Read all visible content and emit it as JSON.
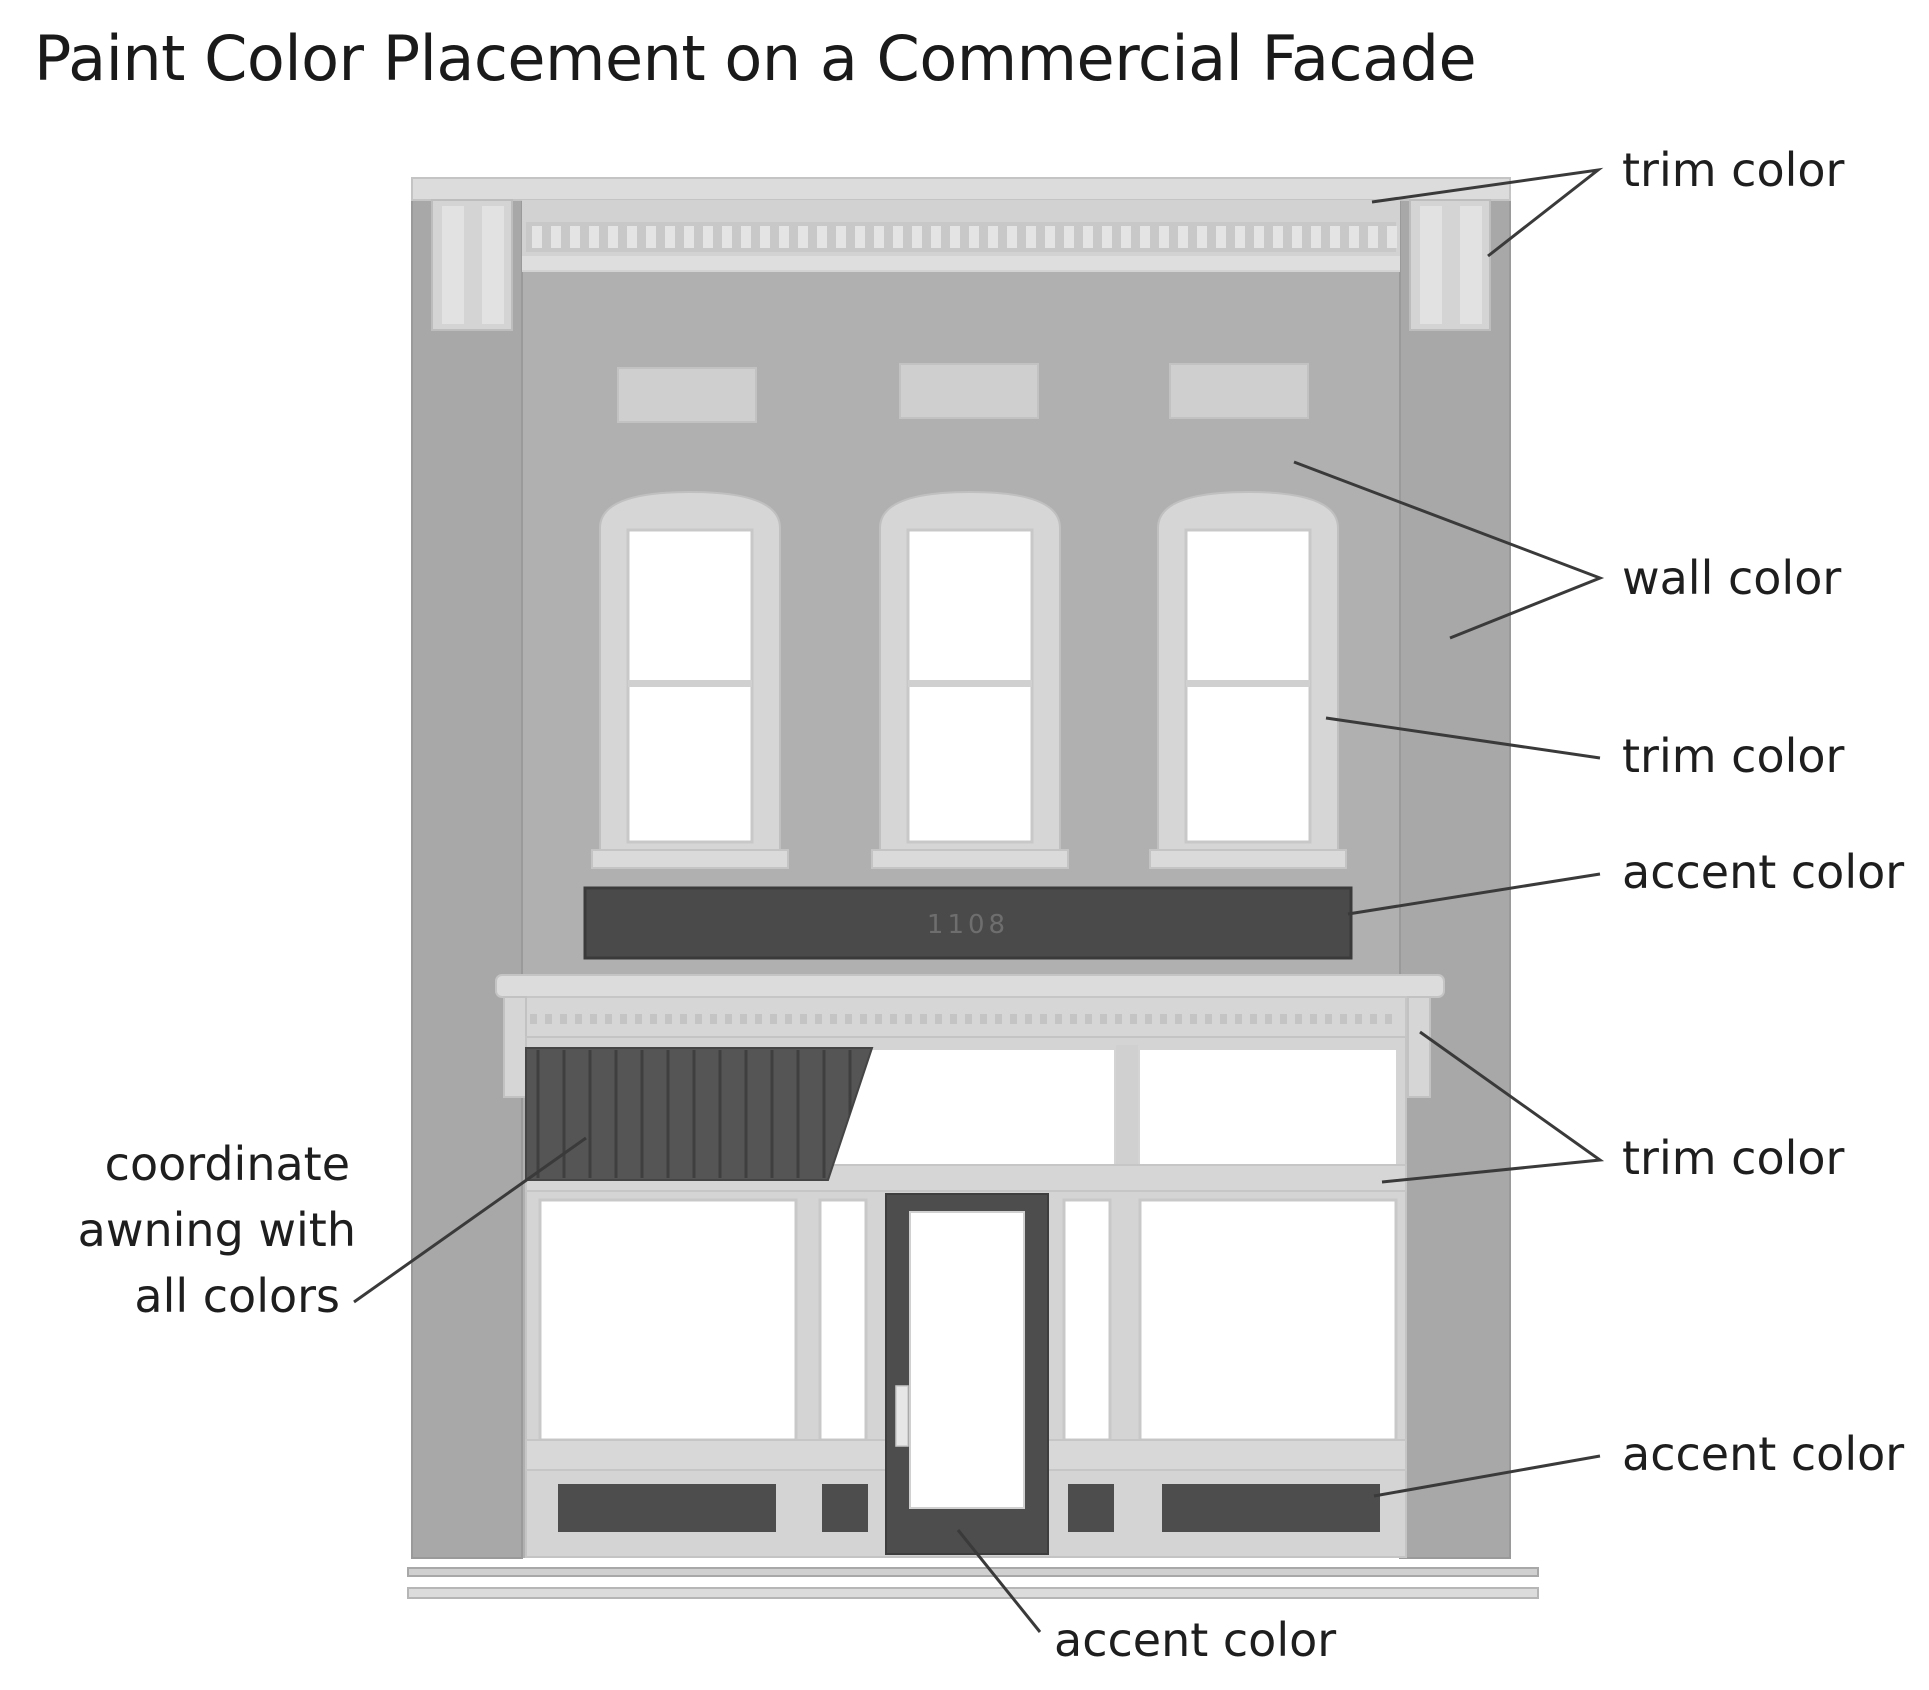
{
  "title": "Paint Color Placement on a Commercial Facade",
  "building": {
    "address_number": "1108"
  },
  "callouts": {
    "cornice_trim": "trim color",
    "wall": "wall color",
    "window_trim": "trim color",
    "sign_band": "accent color",
    "storefront_trim": "trim color",
    "awning_line1": "coordinate",
    "awning_line2": "awning with",
    "awning_line3": "all colors",
    "kick_panels": "accent color",
    "door": "accent color"
  },
  "colors": {
    "wall": "#b0b0b0",
    "trim": "#d4d4d4",
    "accent": "#4a4a4a",
    "glass": "#ffffff",
    "awning": "#555555"
  }
}
